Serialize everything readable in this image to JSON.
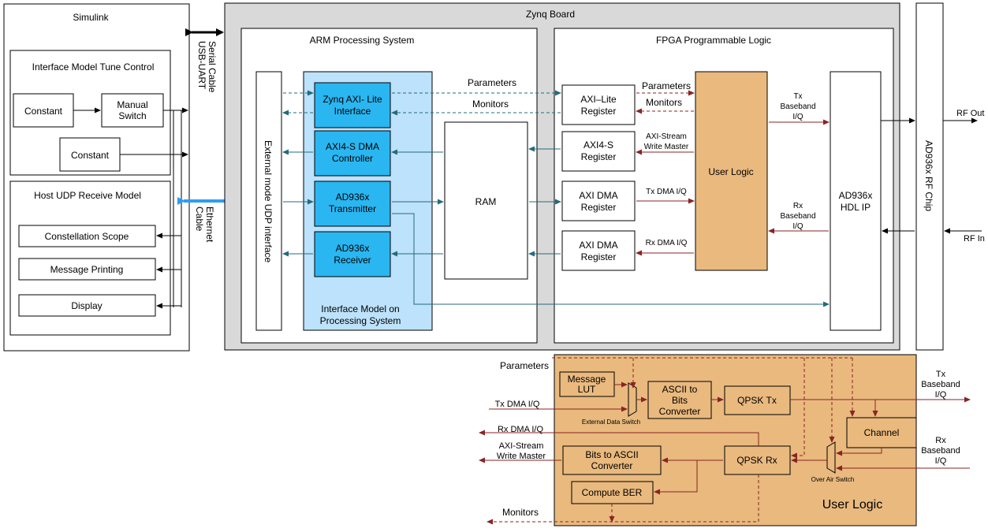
{
  "simulink": {
    "title": "Simulink",
    "tune": {
      "title": "Interface Model Tune Control",
      "constant1": "Constant",
      "manual_switch": [
        "Manual",
        "Switch"
      ],
      "constant2": "Constant"
    },
    "udp": {
      "title": "Host UDP Receive Model",
      "scope": "Constellation Scope",
      "printing": "Message Printing",
      "display": "Display"
    }
  },
  "cables": {
    "usb": [
      "USB-UART",
      "Serial Cable"
    ],
    "ethernet": [
      "Ethernet",
      "Cable"
    ]
  },
  "zynq": {
    "title": "Zynq Board",
    "arm": {
      "title": "ARM Processing System",
      "udp_iface": "External mode UDP interface",
      "axi_lite": [
        "Zynq AXI- Lite",
        "Interface"
      ],
      "dma_ctrl": [
        "AXI4-S DMA",
        "Controller"
      ],
      "transmitter": [
        "AD936x",
        "Transmitter"
      ],
      "receiver": [
        "AD936x",
        "Receiver"
      ],
      "ram": "RAM",
      "interface_model": [
        "Interface Model on",
        "Processing System"
      ],
      "parameters": "Parameters",
      "monitors": "Monitors"
    },
    "fpga": {
      "title": "FPGA Programmable Logic",
      "axi_lite_reg": [
        "AXI–Lite",
        "Register"
      ],
      "axi4s_reg": [
        "AXI4-S",
        "Register"
      ],
      "axi_dma_reg1": [
        "AXI DMA",
        "Register"
      ],
      "axi_dma_reg2": [
        "AXI DMA",
        "Register"
      ],
      "user_logic": "User Logic",
      "hdl_ip": [
        "AD936x",
        "HDL IP"
      ],
      "parameters": "Parameters",
      "monitors": "Monitors",
      "axi_stream": [
        "AXI-Stream",
        "Write Master"
      ],
      "tx_dma": "Tx DMA I/Q",
      "rx_dma": "Rx DMA I/Q",
      "tx_baseband": [
        "Tx",
        "Baseband",
        "I/Q"
      ],
      "rx_baseband": [
        "Rx",
        "Baseband",
        "I/Q"
      ]
    }
  },
  "rf_chip": {
    "title": "AD936x RF Chip",
    "rf_out": "RF Out",
    "rf_in": "RF In"
  },
  "detail": {
    "title": "User Logic",
    "message_lut": [
      "Message",
      "LUT"
    ],
    "ascii_to_bits": [
      "ASCII to",
      "Bits",
      "Converter"
    ],
    "qpsk_tx": "QPSK Tx",
    "channel": "Channel",
    "qpsk_rx": "QPSK Rx",
    "bits_to_ascii": [
      "Bits to ASCII",
      "Converter"
    ],
    "compute_ber": "Compute BER",
    "external_switch": "External Data Switch",
    "over_air_switch": "Over Air Switch",
    "parameters": "Parameters",
    "tx_dma": "Tx DMA I/Q",
    "rx_dma": "Rx DMA I/Q",
    "axi_stream": [
      "AXI-Stream",
      "Write Master"
    ],
    "monitors": "Monitors",
    "tx_baseband": [
      "Tx",
      "Baseband",
      "I/Q"
    ],
    "rx_baseband": [
      "Rx",
      "Baseband",
      "I/Q"
    ]
  },
  "colors": {
    "zynq_bg": "#d9d9d9",
    "ps_blue": "#bde2fb",
    "block_blue": "#2ab6f0",
    "logic_orange": "#e9b97e",
    "teal": "#236b7c",
    "darkred": "#8b2323",
    "ethernet": "#2f9cf0"
  }
}
